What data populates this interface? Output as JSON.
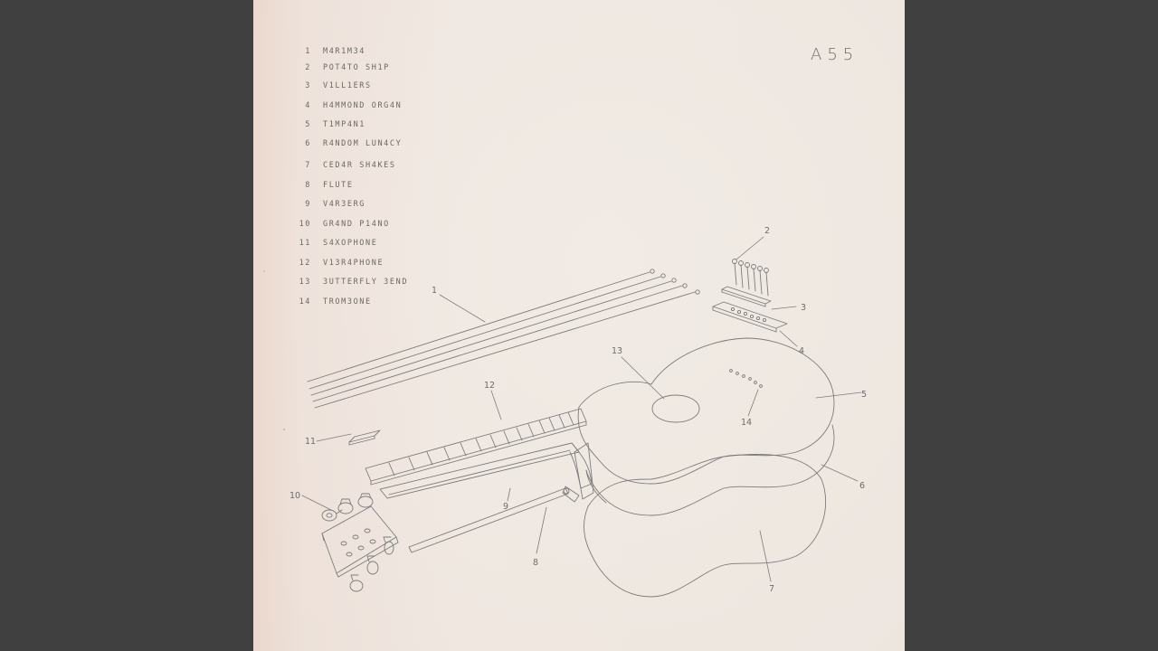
{
  "cover": {
    "code": "A55"
  },
  "tracks": [
    {
      "number": "1",
      "title": "M4R1M34"
    },
    {
      "number": "2",
      "title": "POT4TO SH1P"
    },
    {
      "number": "3",
      "title": "V1LL1ERS"
    },
    {
      "number": "4",
      "title": "H4MMOND ORG4N"
    },
    {
      "number": "5",
      "title": "T1MP4N1"
    },
    {
      "number": "6",
      "title": "R4NDOM LUN4CY"
    },
    {
      "number": "7",
      "title": "CED4R SH4KES"
    },
    {
      "number": "8",
      "title": "FLUTE"
    },
    {
      "number": "9",
      "title": "V4R3ERG"
    },
    {
      "number": "10",
      "title": "GR4ND P14NO"
    },
    {
      "number": "11",
      "title": "S4XOPHONE"
    },
    {
      "number": "12",
      "title": "V13R4PHONE"
    },
    {
      "number": "13",
      "title": "3UTTERFLY 3END"
    },
    {
      "number": "14",
      "title": "TROM3ONE"
    }
  ],
  "callouts": [
    "1",
    "2",
    "3",
    "4",
    "5",
    "6",
    "7",
    "8",
    "9",
    "10",
    "11",
    "12",
    "13",
    "14"
  ]
}
